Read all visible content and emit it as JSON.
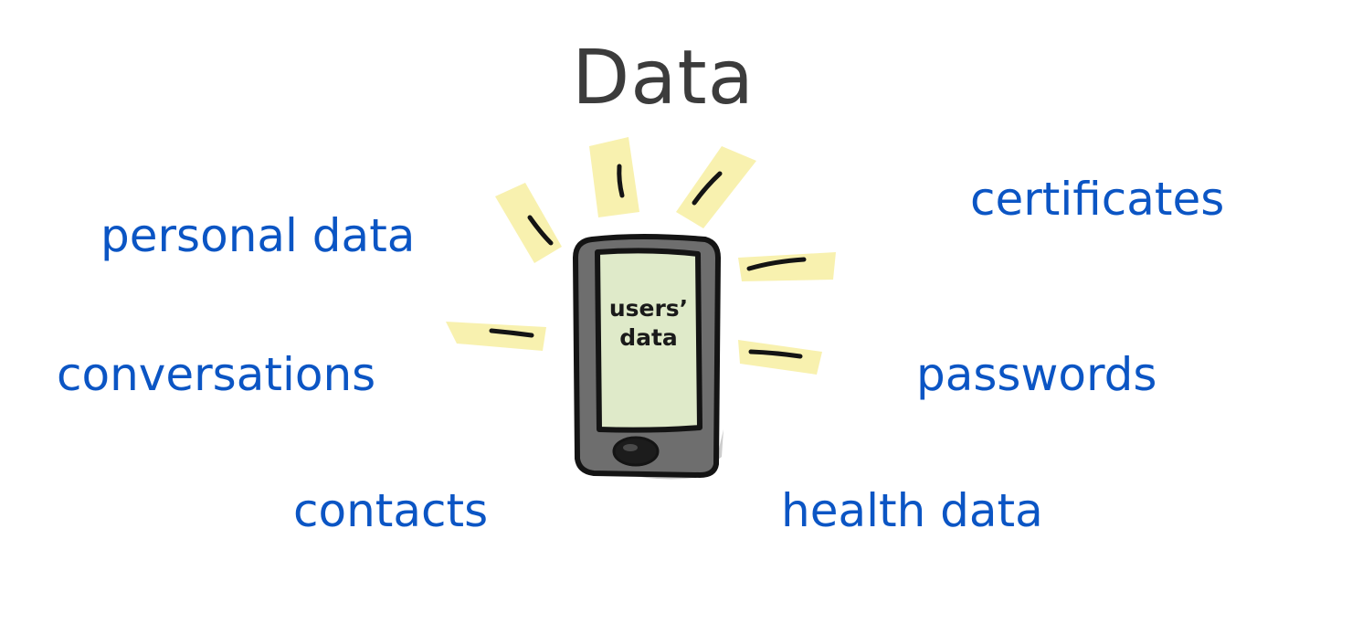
{
  "title": "Data",
  "phone": {
    "screen_line1": "users’",
    "screen_line2": "data",
    "colors": {
      "body": "#6e6e6e",
      "screen": "#dfeac9",
      "glow": "#f7f0a6",
      "outline": "#141414"
    }
  },
  "terms": {
    "personal_data": "personal data",
    "conversations": "conversations",
    "contacts": "contacts",
    "certificates": "certificates",
    "passwords": "passwords",
    "health_data": "health data"
  },
  "colors": {
    "title": "#3c3c3c",
    "term": "#0b55c4"
  },
  "icons": [
    "smartphone-icon"
  ]
}
